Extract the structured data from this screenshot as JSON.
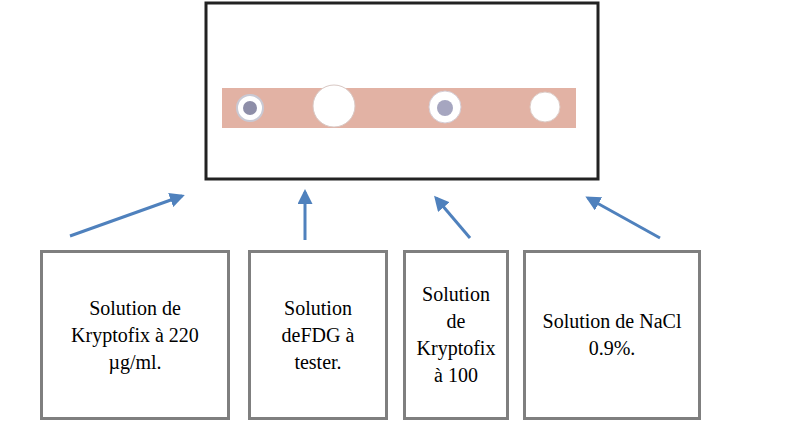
{
  "diagram": {
    "nodes": [
      {
        "text": [
          "Solution de Kryptofix à 220 µg/ml."
        ]
      },
      {
        "text": [
          "Solution deFDG à tester."
        ]
      },
      {
        "text": [
          "Solution de Kryptofix à 100"
        ]
      },
      {
        "text": [
          "Solution de NaCl 0.9%."
        ]
      }
    ]
  }
}
